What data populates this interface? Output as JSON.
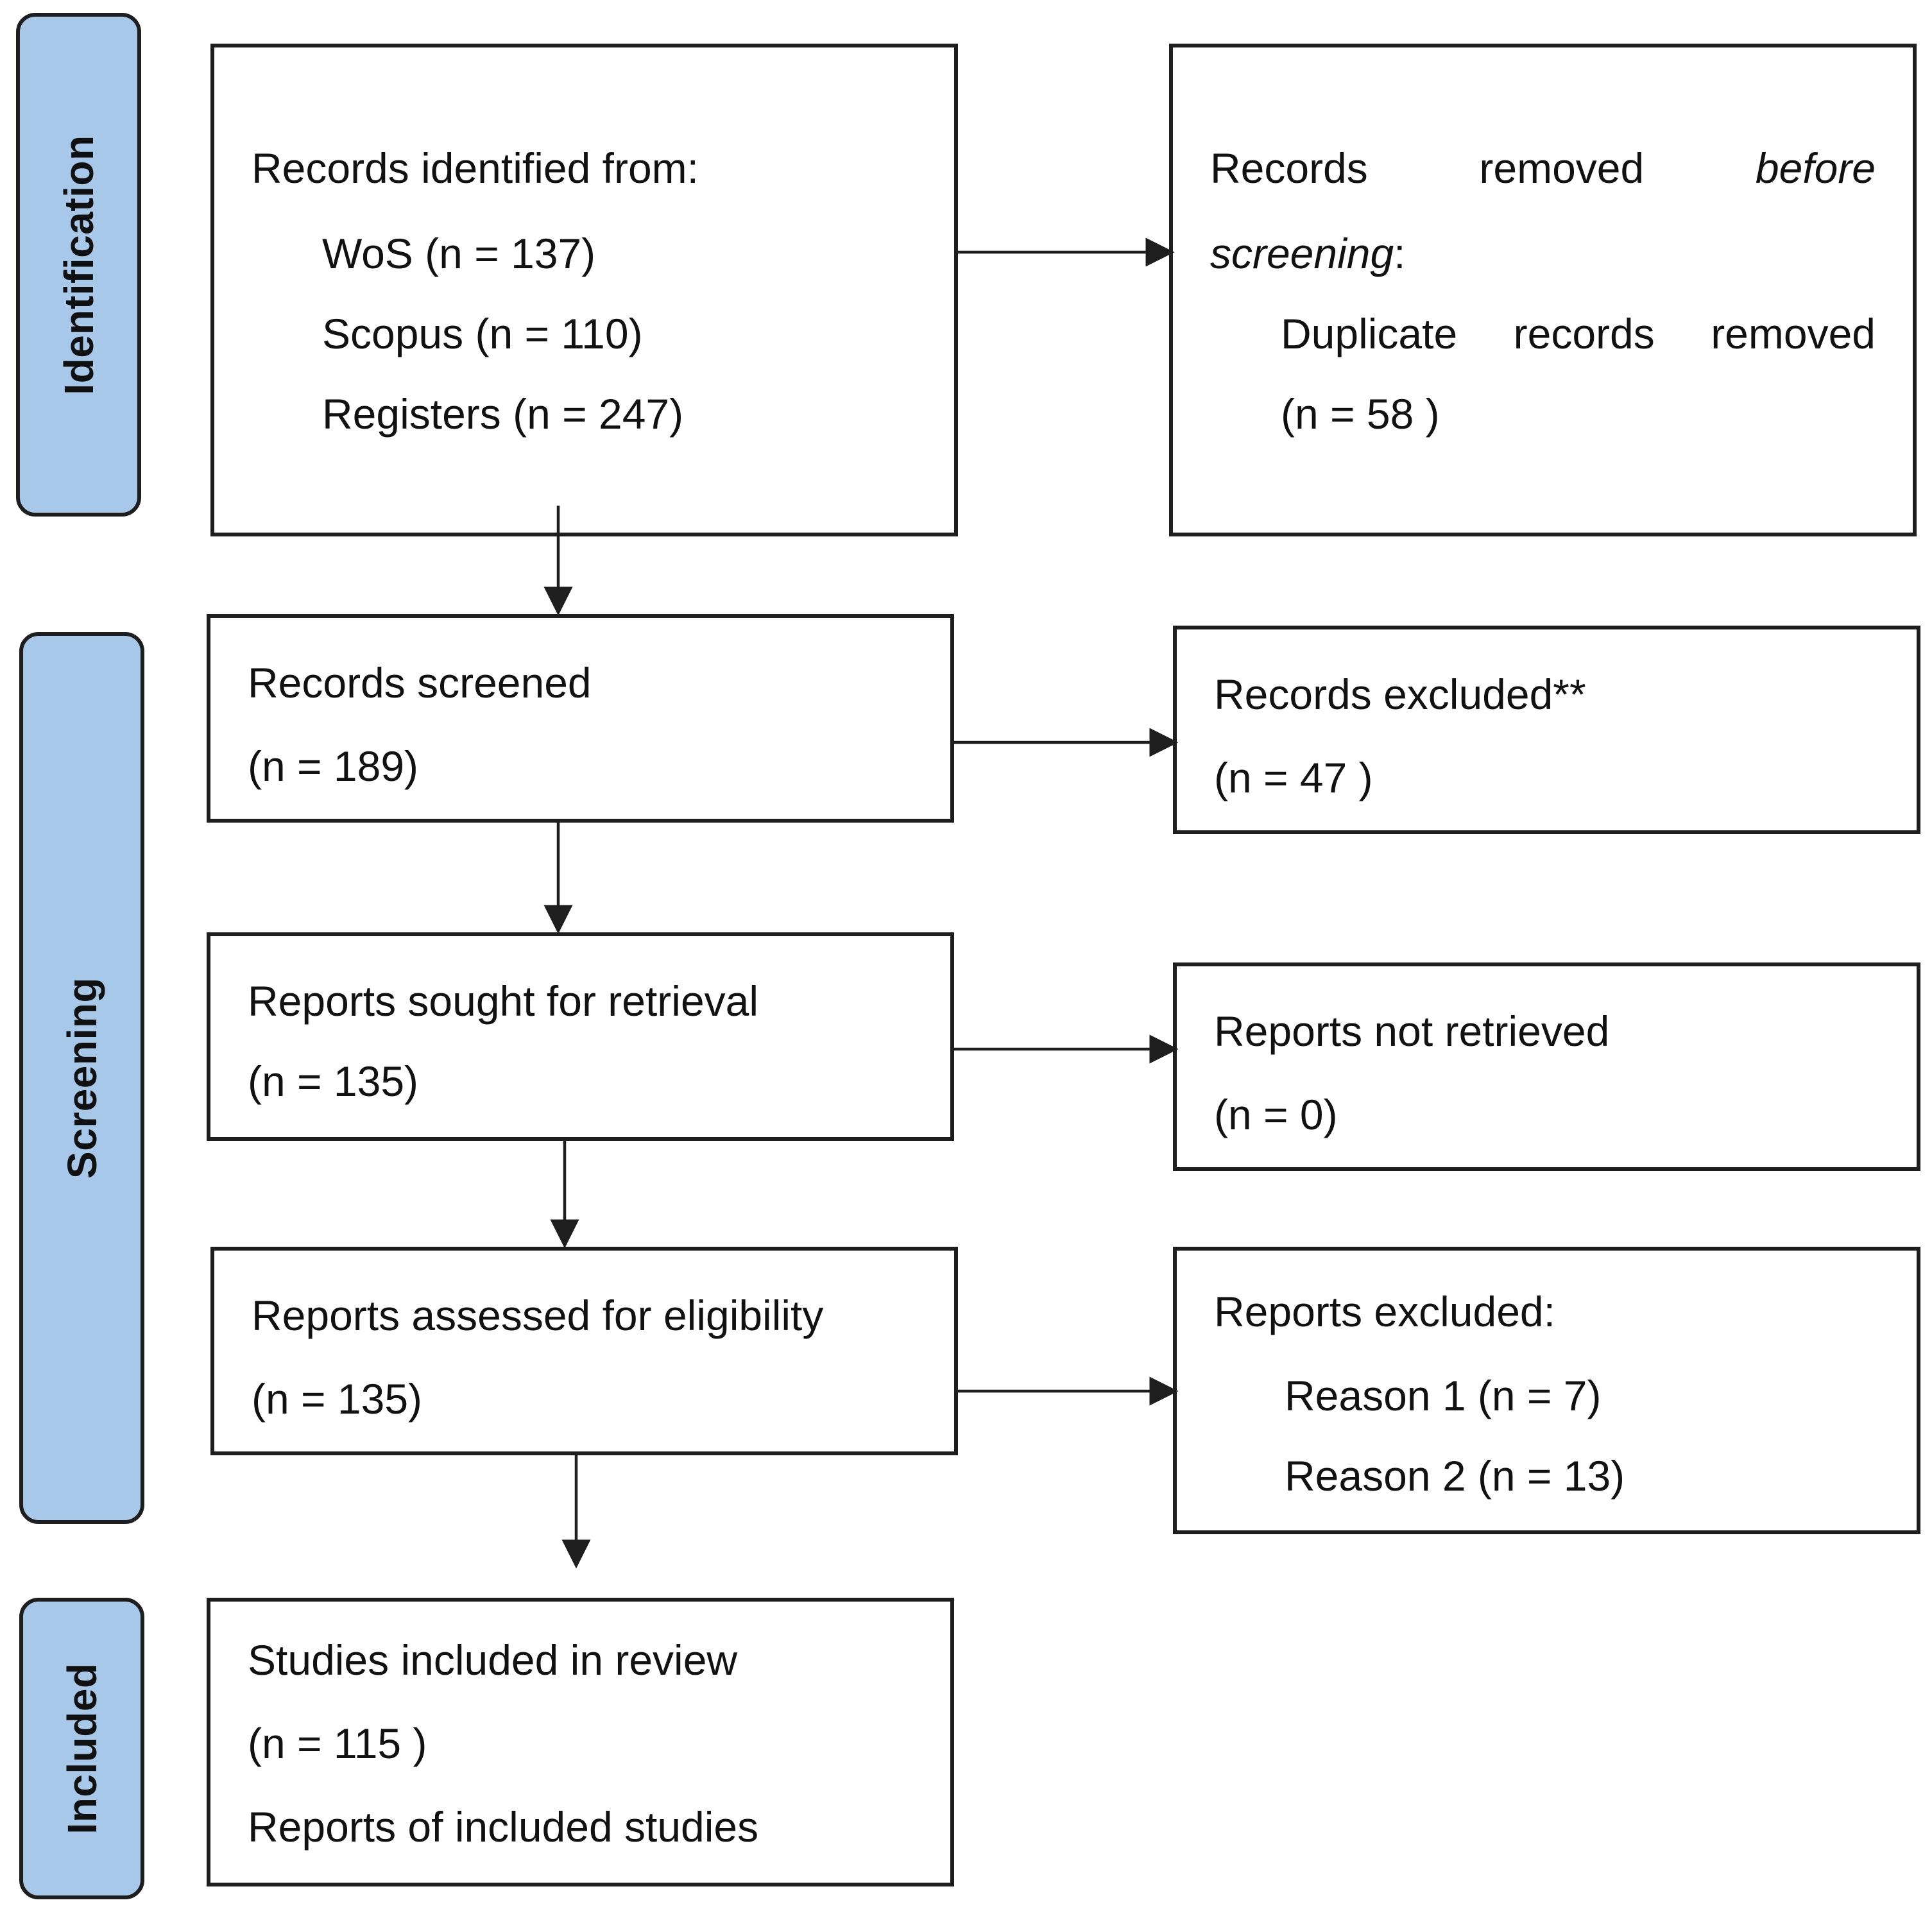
{
  "stages": {
    "identification": "Identification",
    "screening": "Screening",
    "included": "Included"
  },
  "boxes": {
    "identified": {
      "title": "Records identified from:",
      "wos": "WoS (n = 137)",
      "scopus": "Scopus (n = 110)",
      "registers": "Registers (n = 247)"
    },
    "removed": {
      "word1": "Records",
      "word2": "removed",
      "word3": "before",
      "word4": "screening",
      "colon": ":",
      "dup_word1": "Duplicate",
      "dup_word2": "records",
      "dup_word3": "removed",
      "count": "(n = 58 )"
    },
    "screened": {
      "title": "Records screened",
      "count": "(n = 189)"
    },
    "excluded": {
      "title": "Records excluded**",
      "count": "(n = 47 )"
    },
    "sought": {
      "title": "Reports sought for retrieval",
      "count": "(n = 135)"
    },
    "not_retrieved": {
      "title": "Reports not retrieved",
      "count": "(n = 0)"
    },
    "assessed": {
      "title": "Reports assessed for eligibility",
      "count": "(n = 135)"
    },
    "reports_excluded": {
      "title": "Reports excluded:",
      "reason1": "Reason 1 (n = 7)",
      "reason2": "Reason 2 (n = 13)"
    },
    "included": {
      "title": "Studies included in review",
      "count": "(n = 115 )",
      "reports": "Reports of included studies"
    }
  }
}
